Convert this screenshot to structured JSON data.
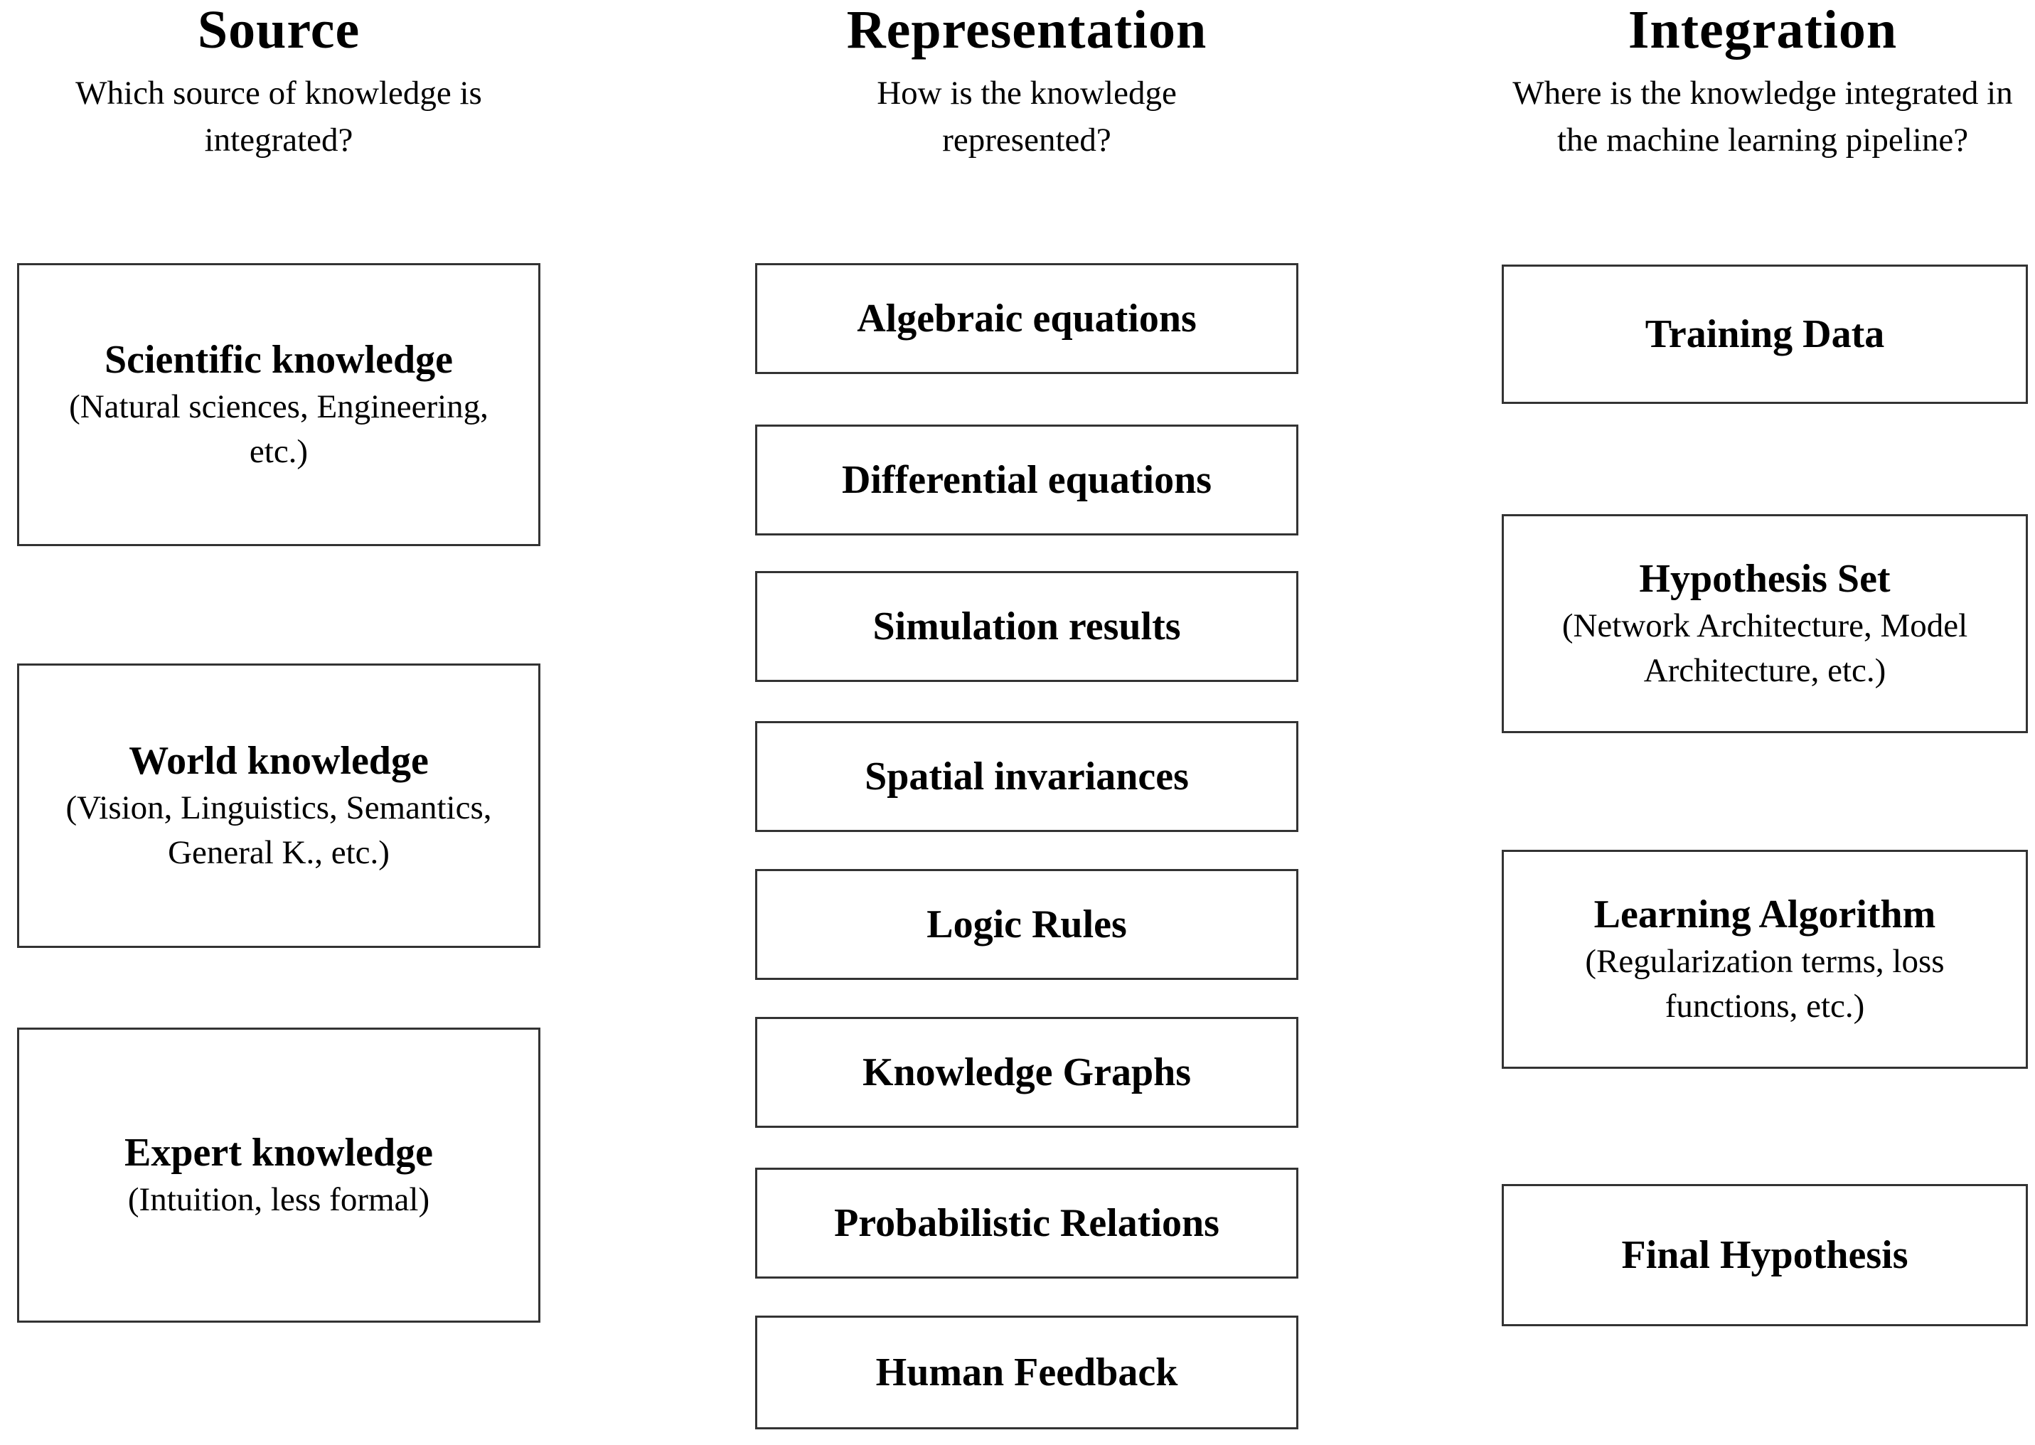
{
  "colors": {
    "background": "#ffffff",
    "text": "#000000",
    "box_border": "#333333"
  },
  "columns": [
    {
      "id": "source",
      "title": "Source",
      "subtitle": "Which source of knowledge is integrated?",
      "boxes": [
        {
          "title": "Scientific knowledge",
          "subtitle": "(Natural sciences, Engineering, etc.)"
        },
        {
          "title": "World knowledge",
          "subtitle": "(Vision, Linguistics, Semantics, General K., etc.)"
        },
        {
          "title": "Expert knowledge",
          "subtitle": "(Intuition, less formal)"
        }
      ]
    },
    {
      "id": "representation",
      "title": "Representation",
      "subtitle": "How is the knowledge represented?",
      "boxes": [
        {
          "title": "Algebraic equations"
        },
        {
          "title": "Differential equations"
        },
        {
          "title": "Simulation results"
        },
        {
          "title": "Spatial invariances"
        },
        {
          "title": "Logic Rules"
        },
        {
          "title": "Knowledge Graphs"
        },
        {
          "title": "Probabilistic Relations"
        },
        {
          "title": "Human Feedback"
        }
      ]
    },
    {
      "id": "integration",
      "title": "Integration",
      "subtitle": "Where is the knowledge integrated in the machine learning pipeline?",
      "boxes": [
        {
          "title": "Training Data"
        },
        {
          "title": "Hypothesis Set",
          "subtitle": "(Network Architecture, Model Architecture, etc.)"
        },
        {
          "title": "Learning Algorithm",
          "subtitle": "(Regularization terms, loss functions, etc.)"
        },
        {
          "title": "Final Hypothesis"
        }
      ]
    }
  ]
}
